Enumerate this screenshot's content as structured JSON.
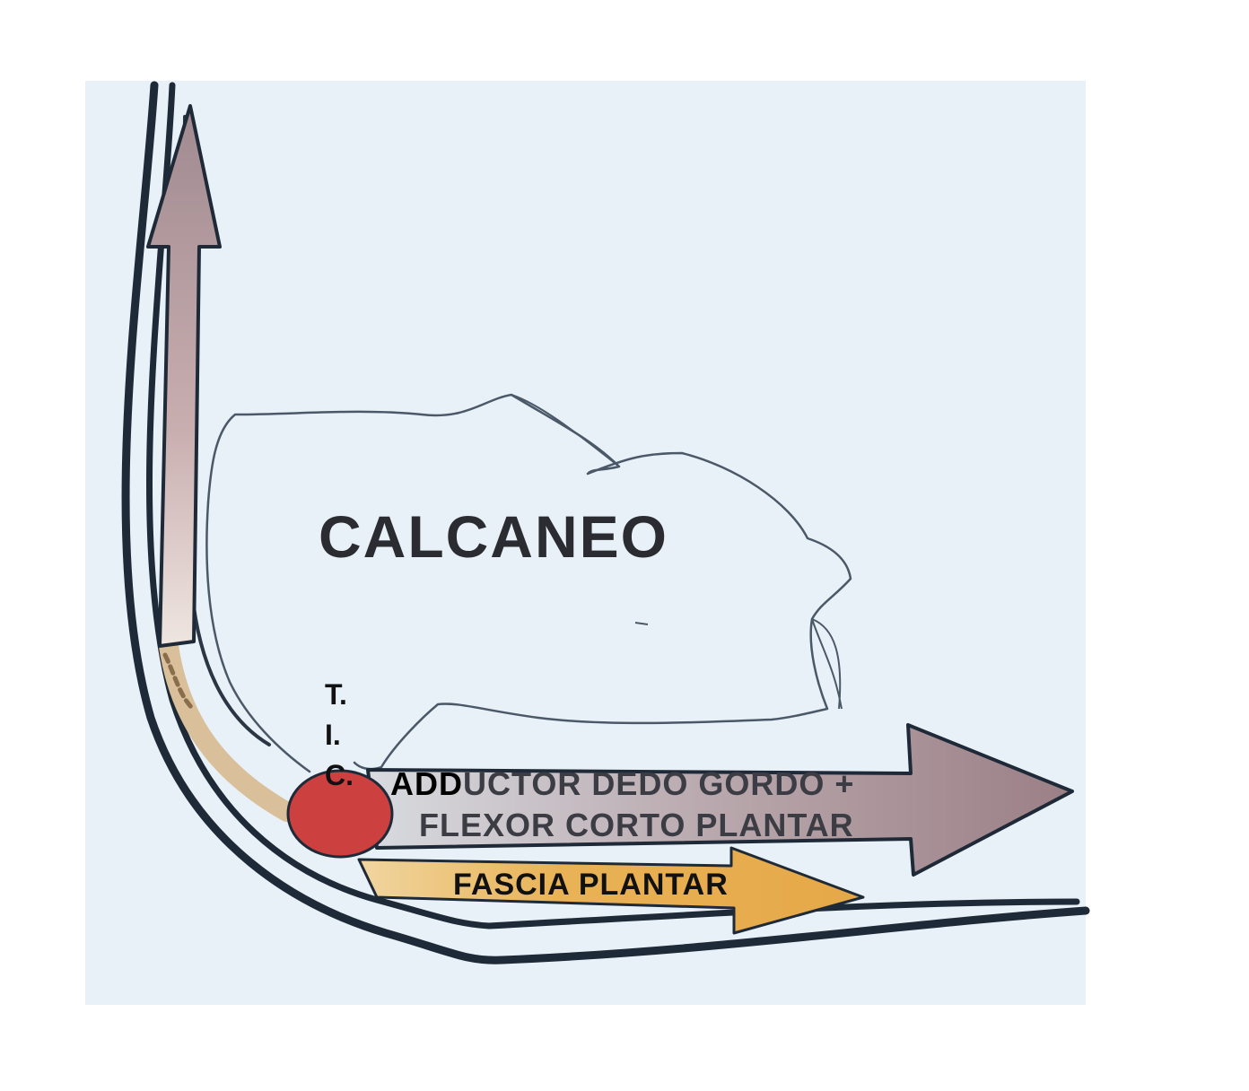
{
  "labels": {
    "bone": "CALCANEO",
    "tic": "T.\nI.\nC.",
    "adductor_prefix": "ADD",
    "adductor_rest": "UCTOR DEDO GORDO +",
    "flexor": "FLEXOR CORTO PLANTAR",
    "fascia": "FASCIA PLANTAR"
  },
  "colors": {
    "paper": "#e9f1f8",
    "outline": "#1f2a38",
    "bone_line": "#4a5868",
    "arrow_mauve": "#a5898e",
    "arrow_orange": "#e8ae4e",
    "band_tan": "#d9c09a",
    "tic_dot": "#cc4040"
  }
}
